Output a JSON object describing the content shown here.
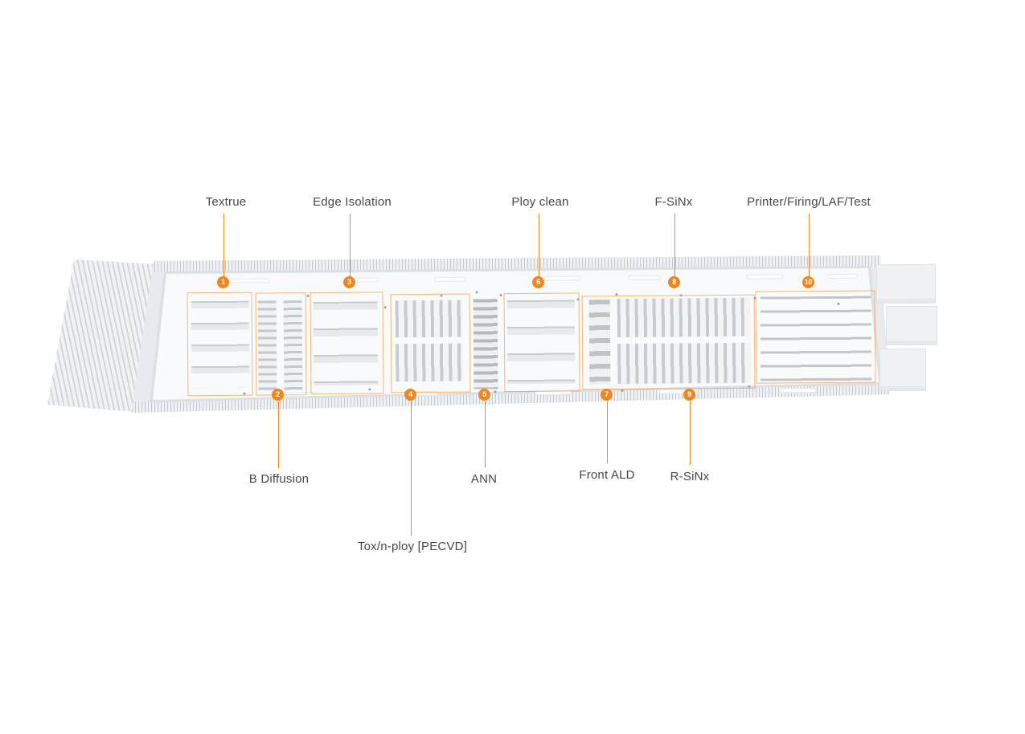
{
  "figure": {
    "name": "solar-cell-production-line-layout",
    "accent_color": "#F0861F",
    "label_color": "#45484B"
  },
  "callouts": [
    {
      "number": "1",
      "label": "Textrue",
      "side": "top"
    },
    {
      "number": "2",
      "label": "B Diffusion",
      "side": "bottom"
    },
    {
      "number": "3",
      "label": "Edge Isolation",
      "side": "top"
    },
    {
      "number": "4",
      "label": "Tox/n-ploy [PECVD]",
      "side": "bottom"
    },
    {
      "number": "5",
      "label": "ANN",
      "side": "bottom"
    },
    {
      "number": "6",
      "label": "Ploy clean",
      "side": "top"
    },
    {
      "number": "7",
      "label": "Front ALD",
      "side": "bottom"
    },
    {
      "number": "8",
      "label": "F-SiNx",
      "side": "top"
    },
    {
      "number": "9",
      "label": "R-SiNx",
      "side": "bottom"
    },
    {
      "number": "10",
      "label": "Printer/Firing/LAF/Test",
      "side": "top"
    }
  ]
}
